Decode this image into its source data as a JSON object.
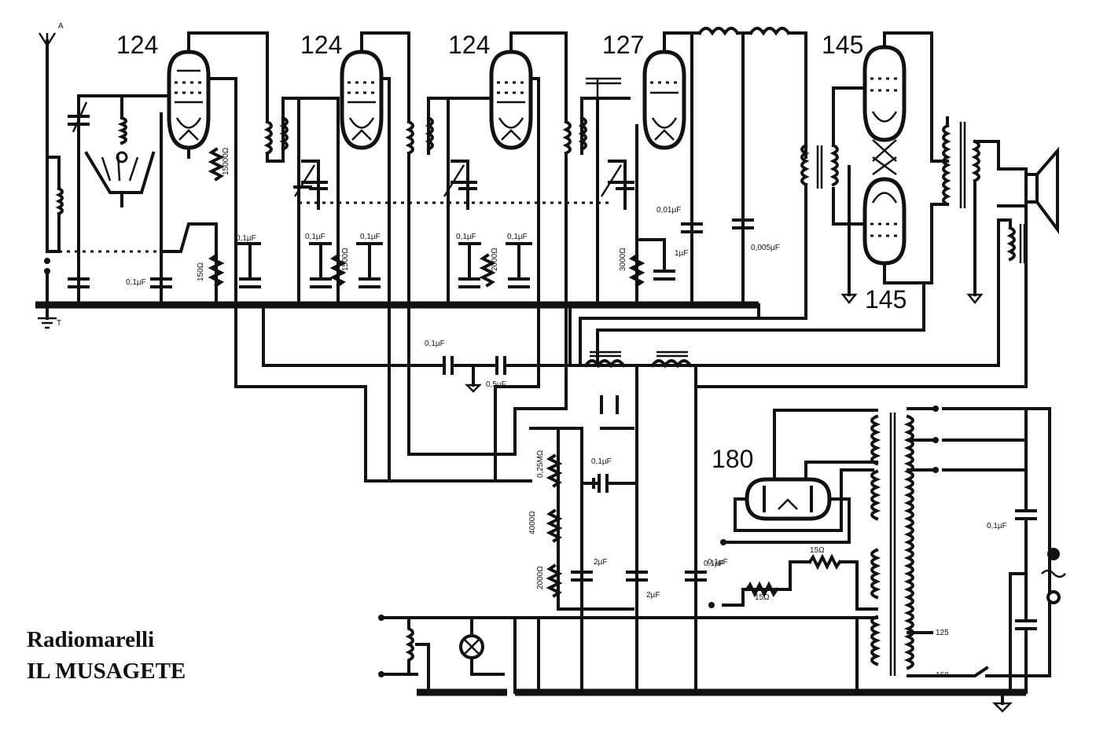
{
  "title": {
    "brand": "Radiomarelli",
    "model": "IL MUSAGETE"
  },
  "tubes": {
    "rf1": "124",
    "rf2": "124",
    "rf3": "124",
    "det": "127",
    "pp_top": "145",
    "pp_bottom": "145",
    "rect": "180"
  },
  "components": {
    "cap_rf1": "0,1µF",
    "cap_rf2a": "0,1µF",
    "cap_rf2b": "0,1µF",
    "cap_rf3a": "0,1µF",
    "cap_rf3b": "0,1µF",
    "cap_rf4": "0,1µF",
    "cap_det": "0,01µF",
    "cap_det2": "1µF",
    "cap_out": "0,005µF",
    "res_1": "150Ω",
    "res_2": "1500Ω",
    "res_3": "2000Ω",
    "res_4": "3000Ω",
    "res_5": "15000Ω",
    "cap_bus1": "0,1µF",
    "cap_bus2": "0,5µF",
    "cap_filter": "0,1µF",
    "cap_f1": "2µF",
    "cap_f2": "2µF",
    "cap_line": "0,1µF",
    "res_f1": "0,25MΩ",
    "res_f2": "4000Ω",
    "res_f3": "2000Ω",
    "res_h1": "15Ω",
    "res_h2": "15Ω",
    "tap_125": "125",
    "tap_160": "160",
    "cap_mains": "0,1µF",
    "ant": "A",
    "gnd": "T"
  }
}
